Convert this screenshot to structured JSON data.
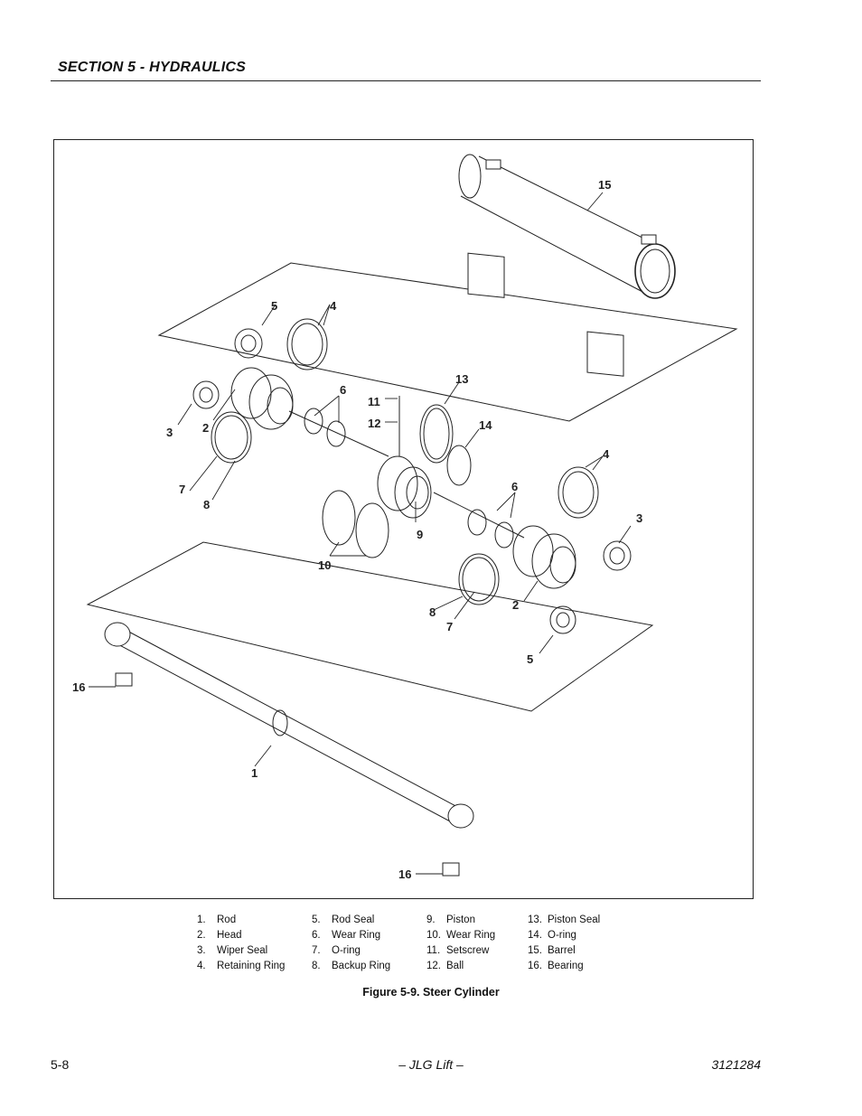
{
  "header": {
    "section": "SECTION 5 - HYDRAULICS"
  },
  "figure": {
    "callouts": [
      "1",
      "2",
      "3",
      "4",
      "5",
      "6",
      "7",
      "8",
      "9",
      "10",
      "11",
      "12",
      "13",
      "14",
      "15",
      "16"
    ],
    "legend": [
      {
        "num": "1.",
        "label": "Rod"
      },
      {
        "num": "2.",
        "label": "Head"
      },
      {
        "num": "3.",
        "label": "Wiper Seal"
      },
      {
        "num": "4.",
        "label": "Retaining Ring"
      },
      {
        "num": "5.",
        "label": "Rod Seal"
      },
      {
        "num": "6.",
        "label": "Wear Ring"
      },
      {
        "num": "7.",
        "label": "O-ring"
      },
      {
        "num": "8.",
        "label": "Backup Ring"
      },
      {
        "num": "9.",
        "label": "Piston"
      },
      {
        "num": "10.",
        "label": "Wear Ring"
      },
      {
        "num": "11.",
        "label": "Setscrew"
      },
      {
        "num": "12.",
        "label": "Ball"
      },
      {
        "num": "13.",
        "label": "Piston Seal"
      },
      {
        "num": "14.",
        "label": "O-ring"
      },
      {
        "num": "15.",
        "label": "Barrel"
      },
      {
        "num": "16.",
        "label": "Bearing"
      }
    ],
    "caption": "Figure 5-9.  Steer Cylinder"
  },
  "footer": {
    "page": "5-8",
    "center": "– JLG Lift –",
    "doc": "3121284"
  }
}
